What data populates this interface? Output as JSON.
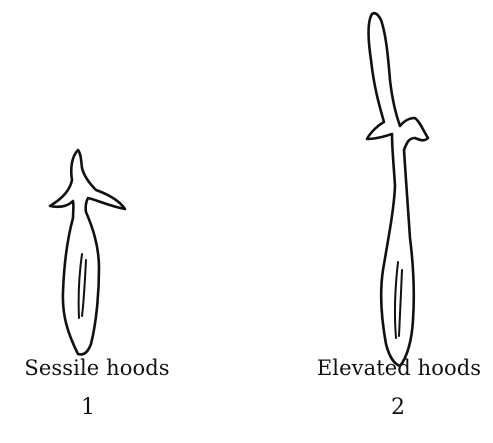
{
  "figure": {
    "panels": [
      {
        "caption": "Sessile hoods",
        "number": "1"
      },
      {
        "caption": "Elevated hoods",
        "number": "2"
      }
    ]
  }
}
